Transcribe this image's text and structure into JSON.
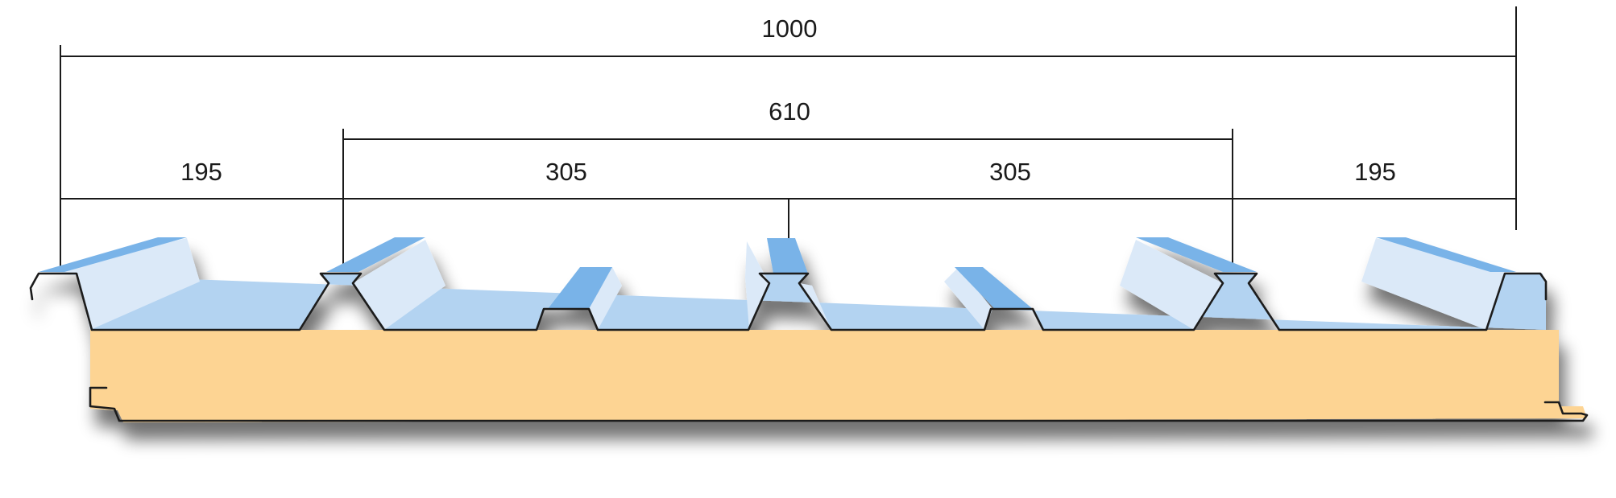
{
  "dimensions": {
    "total_width": "1000",
    "center_span": "610",
    "left_edge": "195",
    "center_left": "305",
    "center_right": "305",
    "right_edge": "195"
  },
  "colors": {
    "steel_sheet": "#b3d3f1",
    "steel_face_light": "#dbe9f8",
    "steel_face_dark": "#79b3e8",
    "foam_core": "#fdd493",
    "outline": "#1a1a1a"
  }
}
